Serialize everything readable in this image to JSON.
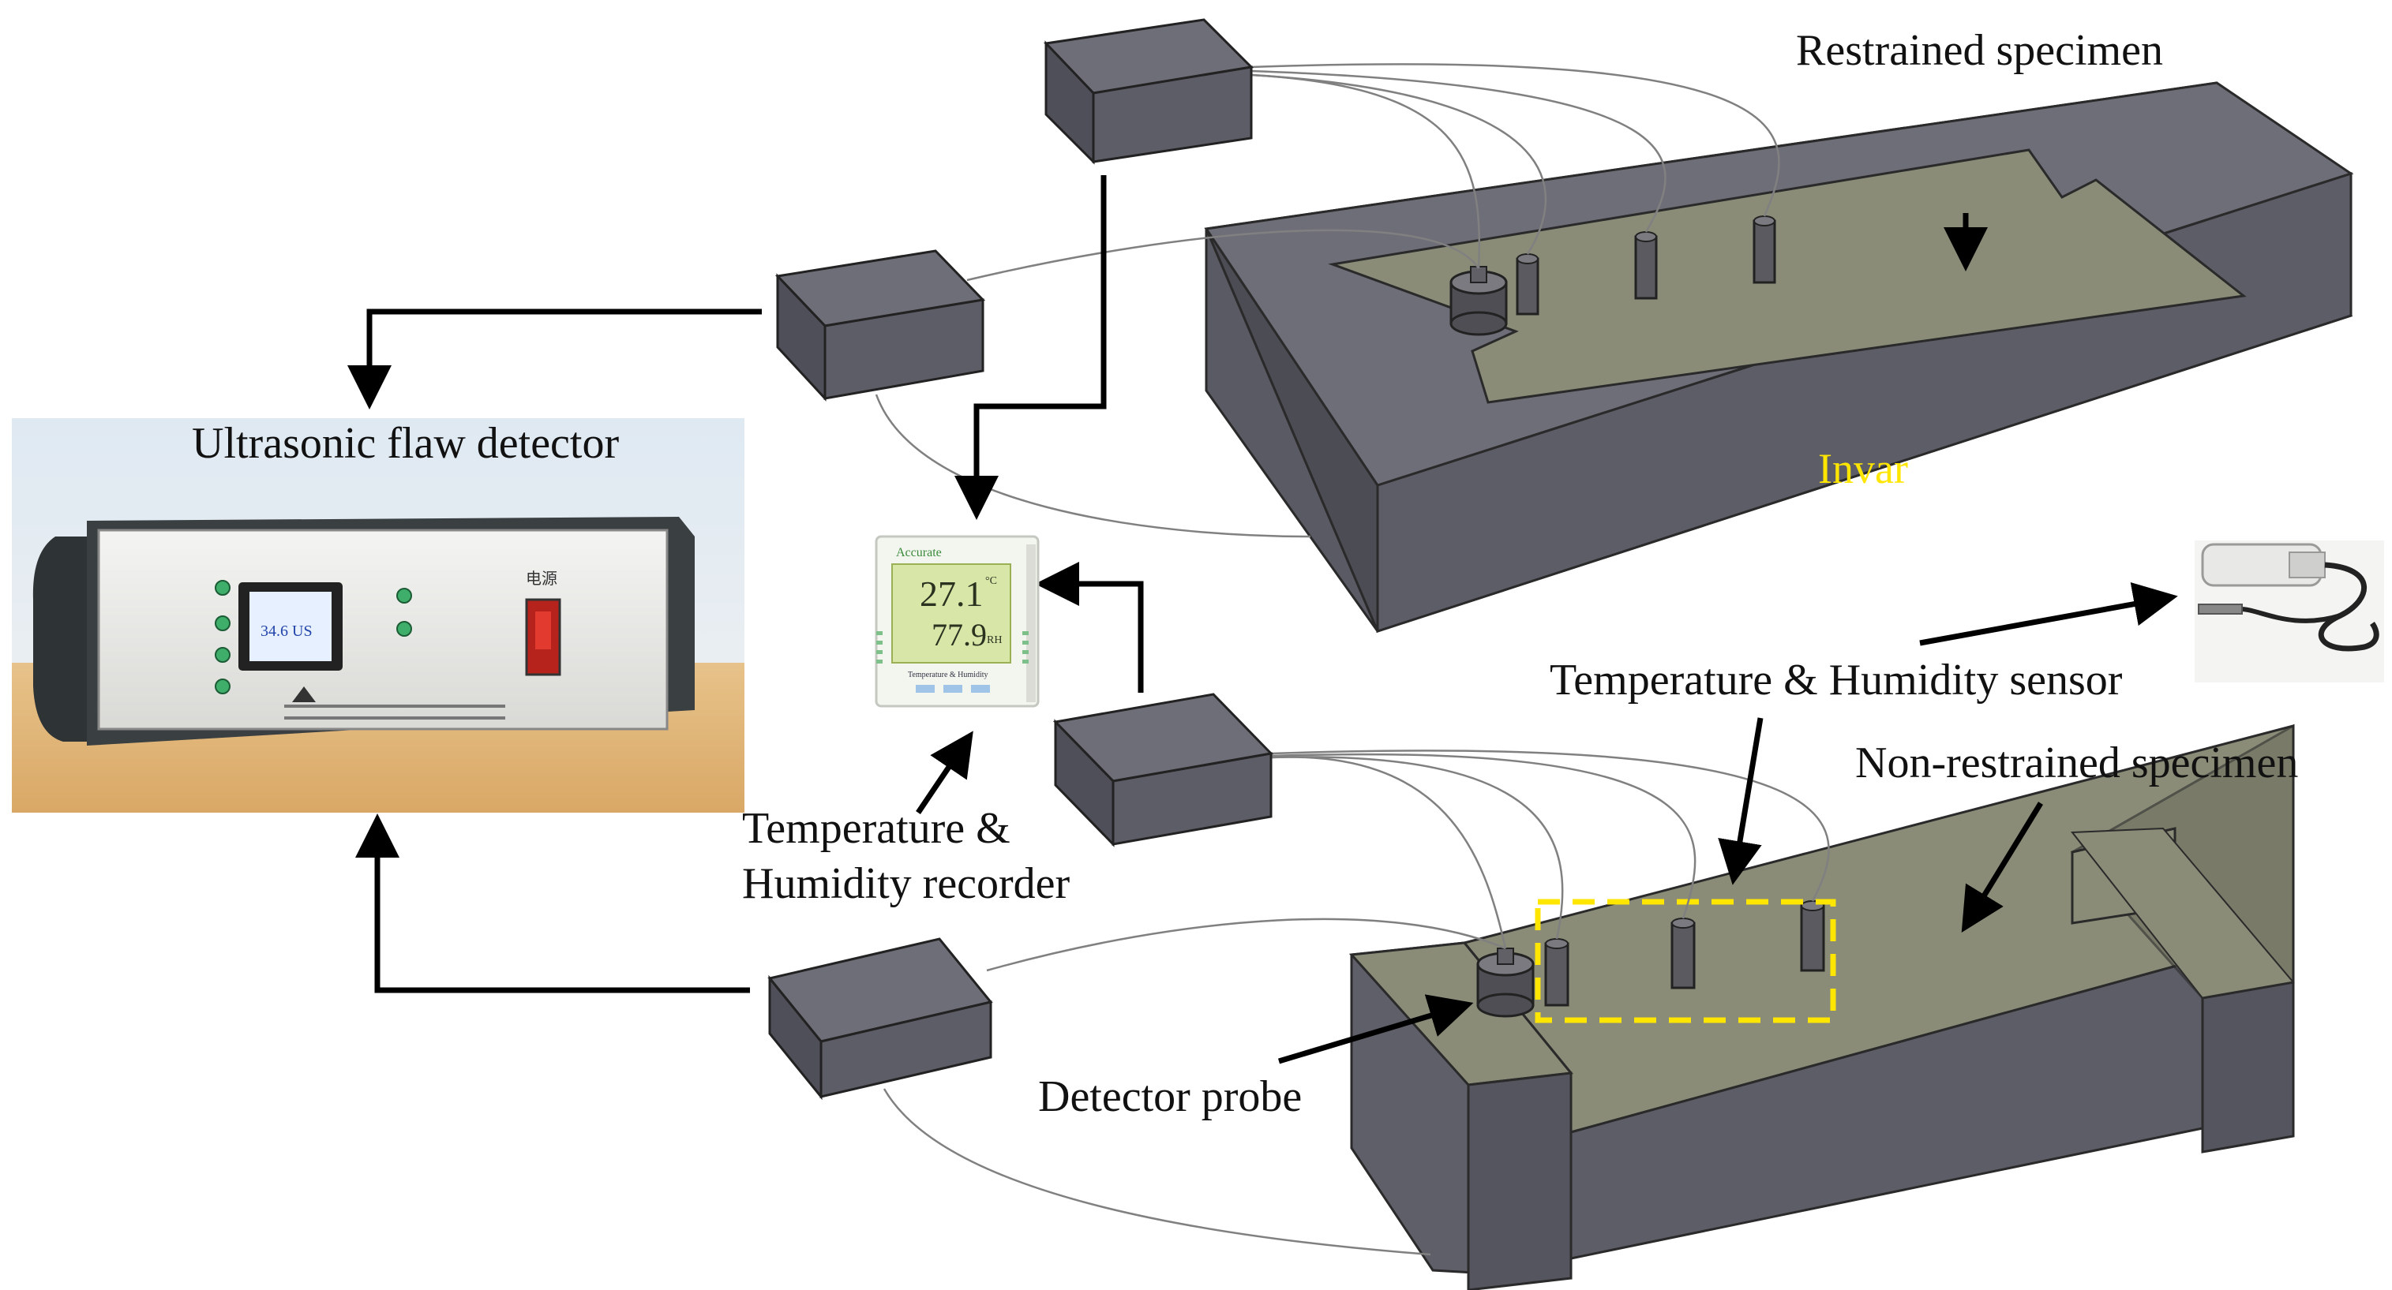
{
  "labels": {
    "restrained_specimen": "Restrained specimen",
    "ultrasonic_flaw_detector": "Ultrasonic flaw detector",
    "invar": "Invar",
    "temp_humidity_sensor": "Temperature & Humidity sensor",
    "non_restrained_specimen": "Non-restrained specimen",
    "temp_humidity_recorder_line1": "Temperature &",
    "temp_humidity_recorder_line2": "Humidity recorder",
    "detector_probe": "Detector probe"
  },
  "recorder_display": {
    "brand": "Accurate",
    "temperature": "27.1",
    "temperature_unit": "°C",
    "humidity": "77.9",
    "humidity_unit": "RH",
    "caption": "Temperature & Humidity"
  },
  "flaw_detector_panel": {
    "screen_value": "34.6 US",
    "power_label": "电源"
  },
  "colors": {
    "block_top": "#6e6e78",
    "block_front": "#5d5d67",
    "block_side": "#4f4f59",
    "specimen_fill": "#8a8c78",
    "specimen_dark": "#6f715e",
    "invar_text": "#ffe600",
    "highlight_box": "#ffe600",
    "arrow": "#000000",
    "cable": "#808080"
  }
}
